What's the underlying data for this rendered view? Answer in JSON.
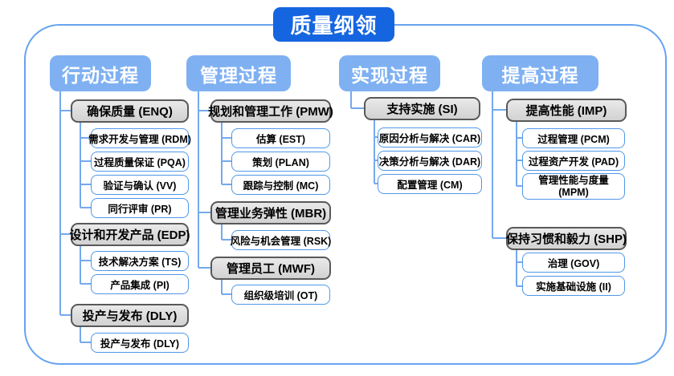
{
  "title": "质量纲领",
  "colors": {
    "title_bg": "#1565E0",
    "header_bg": "#7FB1F2",
    "gray_fill": "#D9D9D9",
    "gray_border": "#595959",
    "blue_border": "#4F97E8",
    "connector": "#74A9EE",
    "frame_border": "#66A3F0"
  },
  "columns": [
    {
      "header": "行动过程",
      "groups": [
        {
          "label": "确保质量 (ENQ)",
          "children": [
            "需求开发与管理 (RDM)",
            "过程质量保证 (PQA)",
            "验证与确认 (VV)",
            "同行评审 (PR)"
          ]
        },
        {
          "label": "设计和开发产品 (EDP)",
          "children": [
            "技术解决方案 (TS)",
            "产品集成 (PI)"
          ]
        },
        {
          "label": "投产与发布 (DLY)",
          "children": [
            "投产与发布 (DLY)"
          ]
        }
      ]
    },
    {
      "header": "管理过程",
      "groups": [
        {
          "label": "规划和管理工作 (PMW)",
          "children": [
            "估算 (EST)",
            "策划 (PLAN)",
            "跟踪与控制 (MC)"
          ]
        },
        {
          "label": "管理业务弹性 (MBR)",
          "children": [
            "风险与机会管理 (RSK)"
          ]
        },
        {
          "label": "管理员工 (MWF)",
          "children": [
            "组织级培训 (OT)"
          ]
        }
      ]
    },
    {
      "header": "实现过程",
      "groups": [
        {
          "label": "支持实施 (SI)",
          "children": [
            "原因分析与解决 (CAR)",
            "决策分析与解决 (DAR)",
            "配置管理 (CM)"
          ]
        }
      ]
    },
    {
      "header": "提高过程",
      "groups": [
        {
          "label": "提高性能 (IMP)",
          "children": [
            "过程管理 (PCM)",
            "过程资产开发 (PAD)",
            "管理性能与度量 (MPM)"
          ]
        },
        {
          "label": "保持习惯和毅力 (SHP)",
          "children": [
            "治理 (GOV)",
            "实施基础设施 (II)"
          ]
        }
      ]
    }
  ]
}
